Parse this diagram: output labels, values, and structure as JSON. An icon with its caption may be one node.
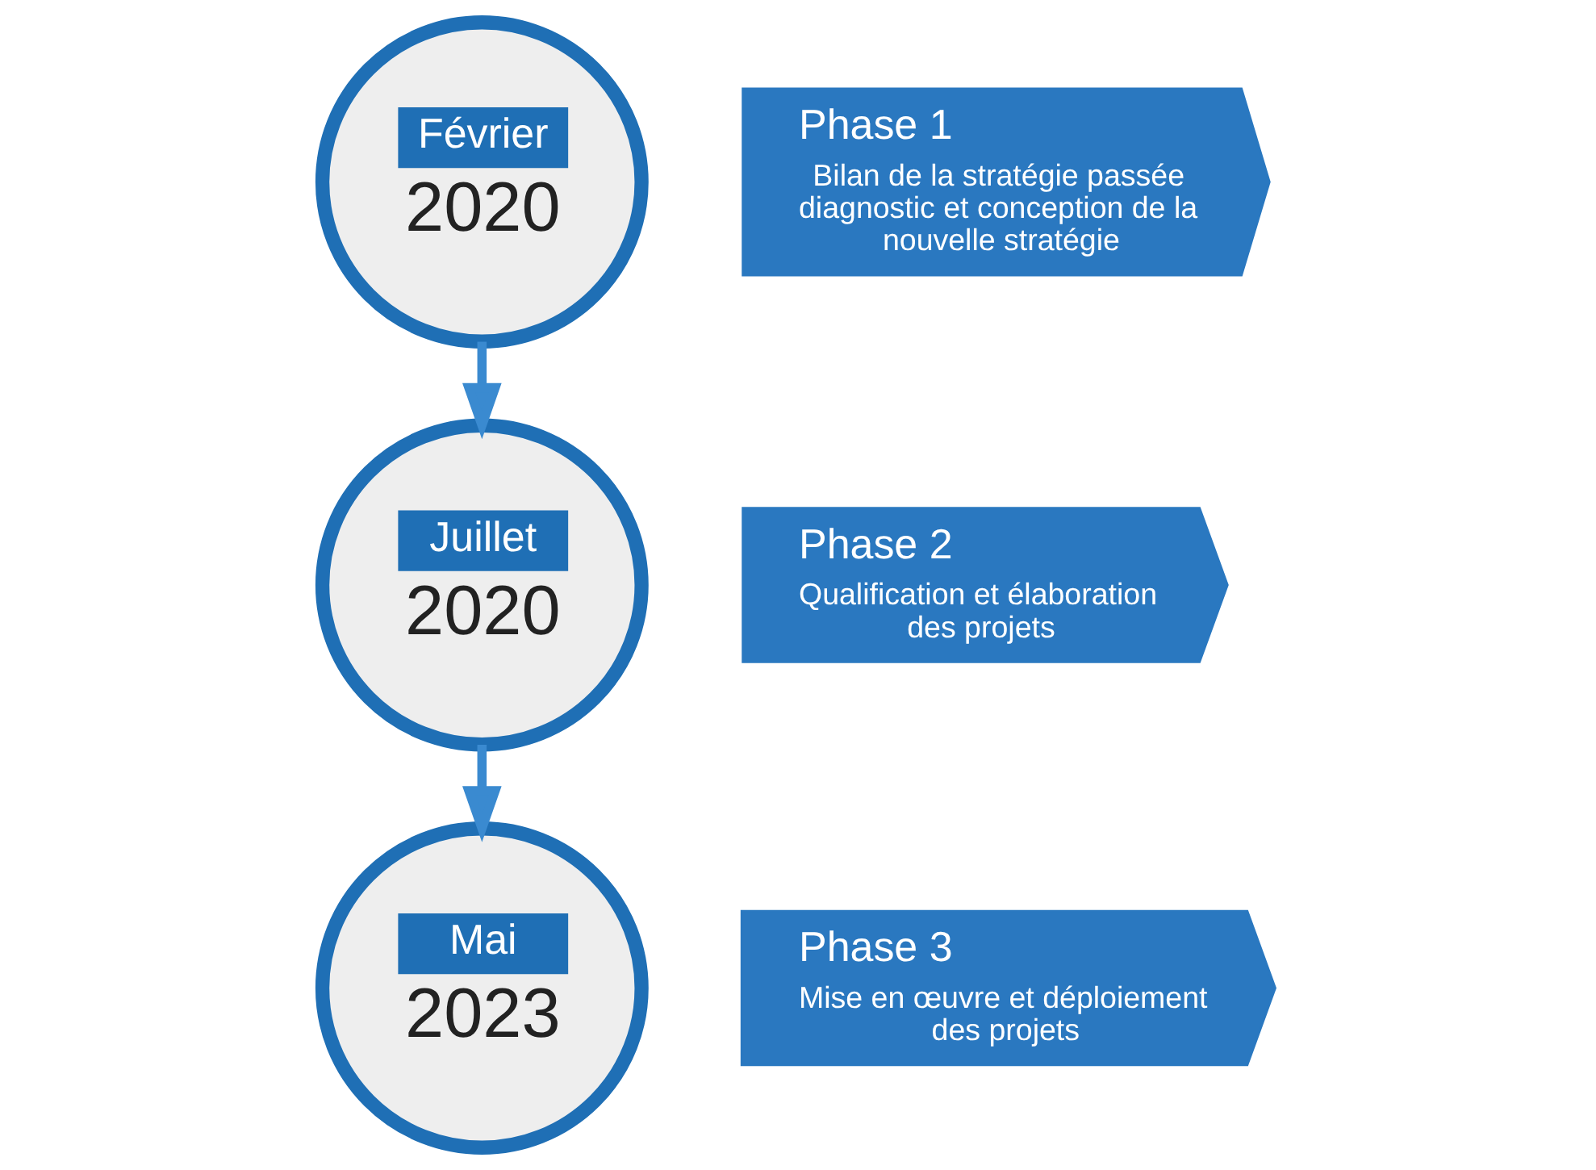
{
  "diagram": {
    "nodes": [
      {
        "text": [
          "Février",
          "2020"
        ]
      },
      {
        "text": [
          "Phase 1",
          "Bilan de la stratégie passée diagnostic et conception de la nouvelle stratégie"
        ]
      },
      {
        "text": [
          "Juillet",
          "2020"
        ]
      },
      {
        "text": [
          "Phase 2",
          "Qualification et élaboration des projets"
        ]
      },
      {
        "text": [
          "Mai",
          "2023"
        ]
      },
      {
        "text": [
          "Phase 3",
          "Mise en œuvre et déploiement des projets"
        ]
      }
    ],
    "edges": [
      {
        "from": 0,
        "to": 2,
        "arrow": "to"
      },
      {
        "from": 2,
        "to": 4,
        "arrow": "to"
      }
    ]
  }
}
